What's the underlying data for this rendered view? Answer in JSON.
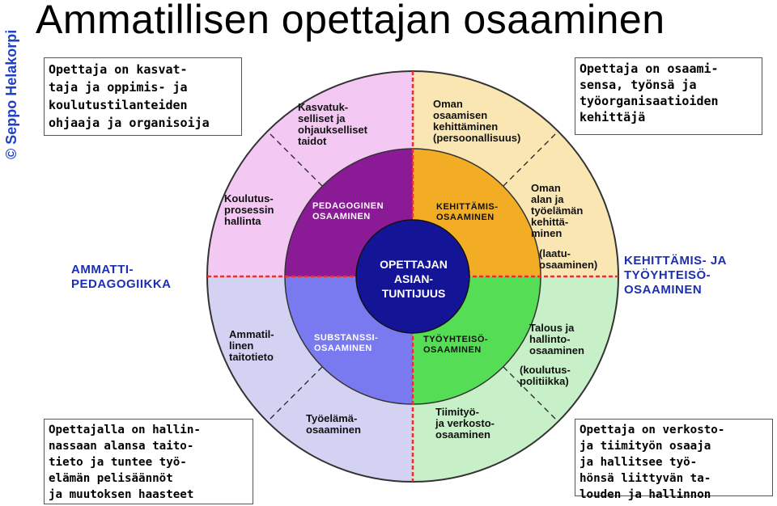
{
  "title": "Ammatillisen opettajan osaaminen",
  "copyright": "© Seppo Helakorpi",
  "colors": {
    "pink": "#f3c8f3",
    "peach": "#f9e6b2",
    "light_green": "#c8f0c8",
    "lavender": "#d4d2f3",
    "purple": "#8b1a96",
    "orange": "#f3ad24",
    "green": "#55dd55",
    "periwinkle": "#7a7af0",
    "navy": "#141496",
    "divider": "#ee2d2d",
    "copyright": "#1e40c8"
  },
  "boxes": {
    "top_left": "Opettaja on kasvat-\ntaja ja oppimis- ja\nkoulutustilanteiden\nohjaaja ja organisoija",
    "top_right": "Opettaja on osaami-\nsensa, työnsä ja\ntyöorganisaatioiden\nkehittäjä",
    "bottom_left": "Opettajalla on hallin-\nnassaan alansa taito-\ntieto ja tuntee työ-\nelämän pelisäännöt\nja muutoksen haasteet",
    "bottom_right": "Opettaja on verkosto-\nja tiimityön osaaja\nja hallitsee työ-\nhönsä liittyvän ta-\nlouden ja hallinnon"
  },
  "outer_ring": {
    "kasvatukselliset": "Kasvatuk-\nselliset ja\nohjaukselliset\ntaidot",
    "oman_osaamisen": "Oman\nosaamisen\nkehittäminen\n(persoonallisuus)",
    "koulutusprosessin": "Koulutus-\nprosessin\nhallinta",
    "oman_alan": "Oman\nalan ja\ntyöelämän\nkehittä-\nminen",
    "laatuosaaminen": "(laatu-\nosaaminen)",
    "ammatillinen_taitotieto": "Ammatil-\nlinen\ntaitotieto",
    "talous": "Talous ja\nhallinto-\nosaaminen",
    "koulutuspolitiikka": "(koulutus-\npolitiikka)",
    "tyoelama": "Työelämä-\nosaaminen",
    "tiimityo": "Tiimityö-\nja verkosto-\nosaaminen"
  },
  "inner_ring": {
    "pedagoginen": "PEDAGOGINEN\nOSAAMINEN",
    "kehittamis": "KEHITTÄMIS-\nOSAAMINEN",
    "substanssi": "SUBSTANSSI-\nOSAAMINEN",
    "tyoyhteiso": "TYÖYHTEISÖ-\nOSAAMINEN"
  },
  "center": "OPETTAJAN\nASIAN-\nTUNTIJUUS",
  "side_labels": {
    "left": "AMMATTI-\nPEDAGOGIIKKA",
    "right": "KEHITTÄMIS- JA\nTYÖYHTEISÖ-\nOSAAMINEN"
  }
}
